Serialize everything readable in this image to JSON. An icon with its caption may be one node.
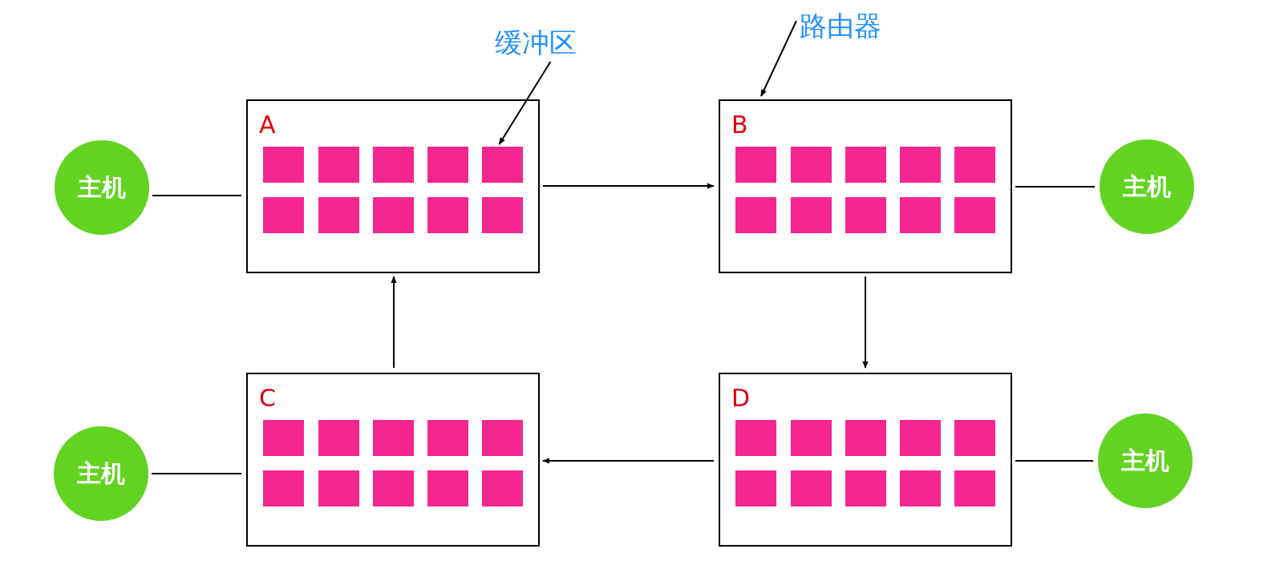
{
  "diagram": {
    "nodes": [
      {
        "text": [
          "缓冲区"
        ]
      },
      {
        "text": [
          "路由器"
        ]
      },
      {
        "text": [
          "主机"
        ]
      },
      {
        "text": [
          "A"
        ]
      },
      {
        "text": [],
        "shape": "box",
        "in": 3
      },
      {
        "text": [],
        "shape": "box",
        "in": 3
      },
      {
        "text": [],
        "shape": "box",
        "in": 3
      },
      {
        "text": [],
        "shape": "box",
        "in": 3
      },
      {
        "text": [],
        "shape": "box",
        "in": 3
      },
      {
        "text": [],
        "shape": "box",
        "in": 3
      },
      {
        "text": [],
        "shape": "box",
        "in": 3
      },
      {
        "text": [],
        "shape": "box",
        "in": 3
      },
      {
        "text": [],
        "shape": "box",
        "in": 3
      },
      {
        "text": [],
        "shape": "box",
        "in": 3
      },
      {
        "text": [
          "B"
        ]
      },
      {
        "text": [],
        "shape": "box",
        "in": 14
      },
      {
        "text": [],
        "shape": "box",
        "in": 14
      },
      {
        "text": [],
        "shape": "box",
        "in": 14
      },
      {
        "text": [],
        "shape": "box",
        "in": 14
      },
      {
        "text": [],
        "shape": "box",
        "in": 14
      },
      {
        "text": [],
        "shape": "box",
        "in": 14
      },
      {
        "text": [],
        "shape": "box",
        "in": 14
      },
      {
        "text": [],
        "shape": "box",
        "in": 14
      },
      {
        "text": [],
        "shape": "box",
        "in": 14
      },
      {
        "text": [],
        "shape": "box",
        "in": 14
      },
      {
        "text": [
          "主机"
        ]
      },
      {
        "text": [
          "主机"
        ]
      },
      {
        "text": [
          "C"
        ]
      },
      {
        "text": [],
        "shape": "box",
        "in": 27
      },
      {
        "text": [],
        "shape": "box",
        "in": 27
      },
      {
        "text": [],
        "shape": "box",
        "in": 27
      },
      {
        "text": [],
        "shape": "box",
        "in": 27
      },
      {
        "text": [],
        "shape": "box",
        "in": 27
      },
      {
        "text": [],
        "shape": "box",
        "in": 27
      },
      {
        "text": [],
        "shape": "box",
        "in": 27
      },
      {
        "text": [],
        "shape": "box",
        "in": 27
      },
      {
        "text": [],
        "shape": "box",
        "in": 27
      },
      {
        "text": [],
        "shape": "box",
        "in": 27
      },
      {
        "text": [
          "D"
        ]
      },
      {
        "text": [],
        "shape": "box",
        "in": 38
      },
      {
        "text": [],
        "shape": "box",
        "in": 38
      },
      {
        "text": [],
        "shape": "box",
        "in": 38
      },
      {
        "text": [],
        "shape": "box",
        "in": 38
      },
      {
        "text": [],
        "shape": "box",
        "in": 38
      },
      {
        "text": [],
        "shape": "box",
        "in": 38
      },
      {
        "text": [],
        "shape": "box",
        "in": 38
      },
      {
        "text": [],
        "shape": "box",
        "in": 38
      },
      {
        "text": [],
        "shape": "box",
        "in": 38
      },
      {
        "text": [],
        "shape": "box",
        "in": 38
      },
      {
        "text": [
          "主机"
        ]
      }
    ],
    "edges": [
      {
        "from": 0,
        "to": 8,
        "arrow": "to"
      },
      {
        "from": 1,
        "to": 14,
        "arrow": "to"
      },
      {
        "from": 2,
        "to": 3,
        "arrow": "none"
      },
      {
        "from": 3,
        "to": 14,
        "arrow": "to"
      },
      {
        "from": 14,
        "to": 25,
        "arrow": "none"
      },
      {
        "from": 14,
        "to": 38,
        "arrow": "to"
      },
      {
        "from": 38,
        "to": 27,
        "arrow": "to"
      },
      {
        "from": 27,
        "to": 3,
        "arrow": "to"
      },
      {
        "from": 26,
        "to": 27,
        "arrow": "none"
      },
      {
        "from": 38,
        "to": 49,
        "arrow": "none"
      }
    ]
  }
}
